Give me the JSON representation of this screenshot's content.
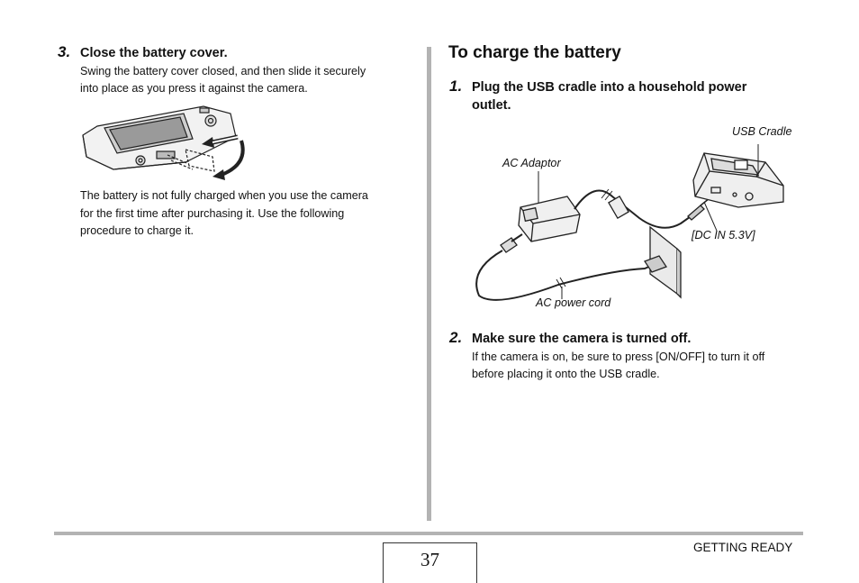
{
  "left": {
    "step3": {
      "number": "3.",
      "title": "Close the battery cover.",
      "text_line1": "Swing the battery cover closed, and then slide it securely",
      "text_line2": "into place as you press it against the camera."
    },
    "note": {
      "line1": "The battery is not fully charged when you use the camera",
      "line2": "for the first time after purchasing it. Use the following",
      "line3": "procedure to charge it."
    }
  },
  "right": {
    "heading": "To charge the battery",
    "step1": {
      "number": "1.",
      "title_line1": "Plug the USB cradle into a household power",
      "title_line2": "outlet."
    },
    "diagram": {
      "usb_cradle": "USB Cradle",
      "ac_adaptor": "AC Adaptor",
      "dc_in": "[DC IN 5.3V]",
      "ac_power_cord": "AC power cord"
    },
    "step2": {
      "number": "2.",
      "title": "Make sure the camera is turned off.",
      "text_line1": "If the camera is on, be sure to press [ON/OFF] to turn it off",
      "text_line2": "before placing it onto the USB cradle."
    }
  },
  "footer": {
    "page_number": "37",
    "section": "GETTING READY"
  }
}
